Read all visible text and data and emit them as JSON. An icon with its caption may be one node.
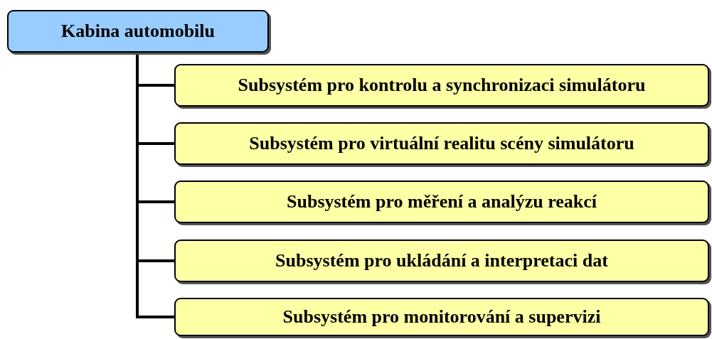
{
  "diagram": {
    "nodes": [
      {
        "text": [
          "Kabina automobilu"
        ]
      },
      {
        "text": [
          "Subsystém pro kontrolu a synchronizaci simulátoru"
        ]
      },
      {
        "text": [
          "Subsystém pro virtuální realitu scény simulátoru"
        ]
      },
      {
        "text": [
          "Subsystém pro měření a analýzu reakcí"
        ]
      },
      {
        "text": [
          "Subsystém pro ukládání a interpretaci dat"
        ]
      },
      {
        "text": [
          "Subsystém pro monitorování a supervizi"
        ]
      }
    ],
    "edges": [
      {
        "from": 0,
        "to": 1,
        "arrow": "none"
      },
      {
        "from": 0,
        "to": 2,
        "arrow": "none"
      },
      {
        "from": 0,
        "to": 3,
        "arrow": "none"
      },
      {
        "from": 0,
        "to": 4,
        "arrow": "none"
      },
      {
        "from": 0,
        "to": 5,
        "arrow": "none"
      }
    ]
  }
}
